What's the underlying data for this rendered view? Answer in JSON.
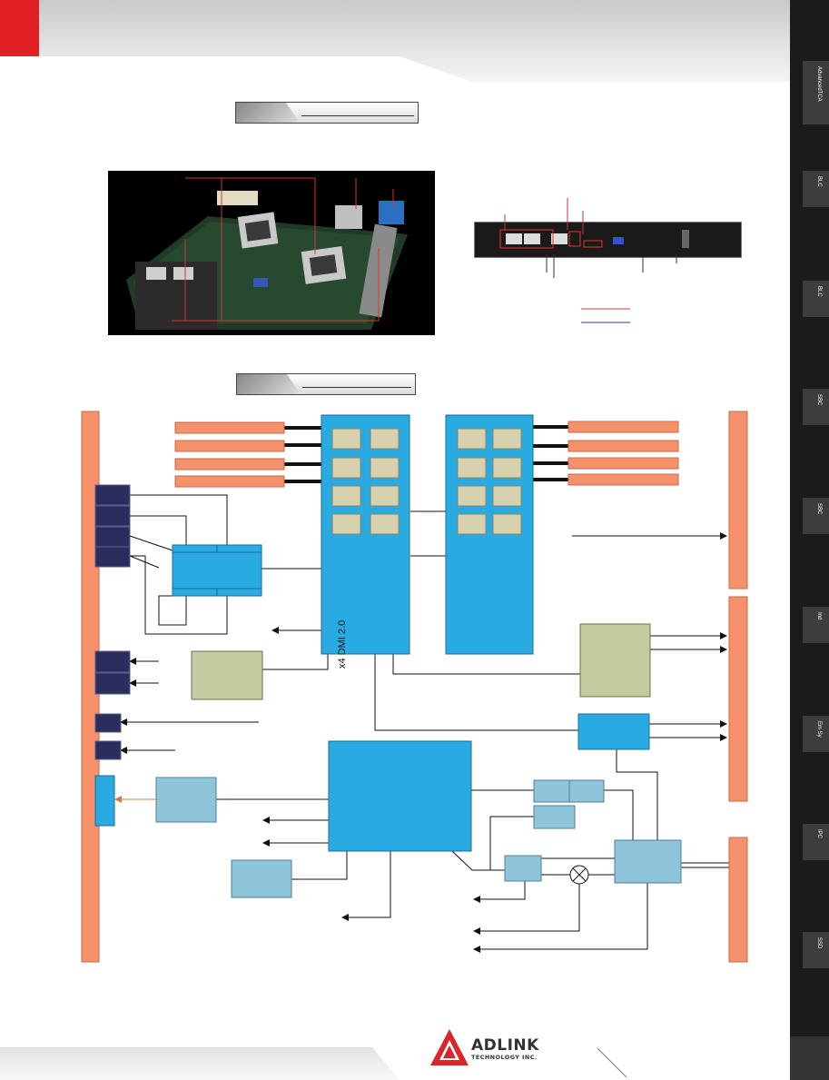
{
  "sidebar": {
    "tabs": [
      {
        "label": "AdvancedTCA"
      },
      {
        "label": "BLC"
      },
      {
        "label": "BLC"
      },
      {
        "label": "SBC"
      },
      {
        "label": "SBC"
      },
      {
        "label": "Ind"
      },
      {
        "label": "Em Sy"
      },
      {
        "label": "IPC"
      },
      {
        "label": "SSD"
      }
    ]
  },
  "diagram": {
    "dmi_label": "x4 DMI 2.0"
  },
  "footer": {
    "brand": "ADLINK",
    "brand_sub": "TECHNOLOGY INC."
  },
  "colors": {
    "accent_red": "#e31f26",
    "rtm_orange": "#f5916b",
    "chip_blue": "#29abe2",
    "connector_navy": "#2b2d5f"
  }
}
